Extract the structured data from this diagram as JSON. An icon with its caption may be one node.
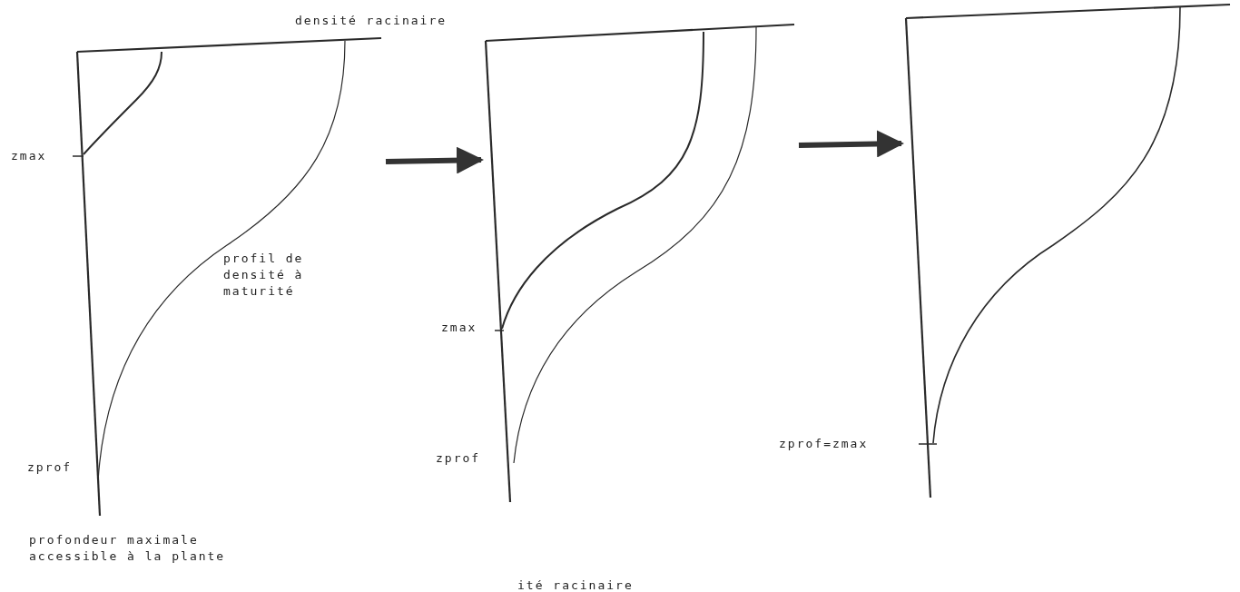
{
  "diagram": {
    "nodes": [
      {
        "text": [],
        "shape": "picture",
        "beside": [
          "zmax",
          "zprof",
          "profondeur maximale accessible à la plante"
        ]
      },
      {
        "text": [],
        "shape": "picture",
        "beside": [
          "zmax",
          "zprof"
        ]
      },
      {
        "text": [],
        "shape": "picture"
      }
    ],
    "edges": [
      {
        "from": 0,
        "to": 1,
        "arrow": "to"
      },
      {
        "from": 1,
        "to": 2,
        "arrow": "to"
      }
    ],
    "labels": [
      "densité racinaire",
      "profil de densité à maturité",
      "zprof=zmax",
      "ité racinaire"
    ]
  }
}
